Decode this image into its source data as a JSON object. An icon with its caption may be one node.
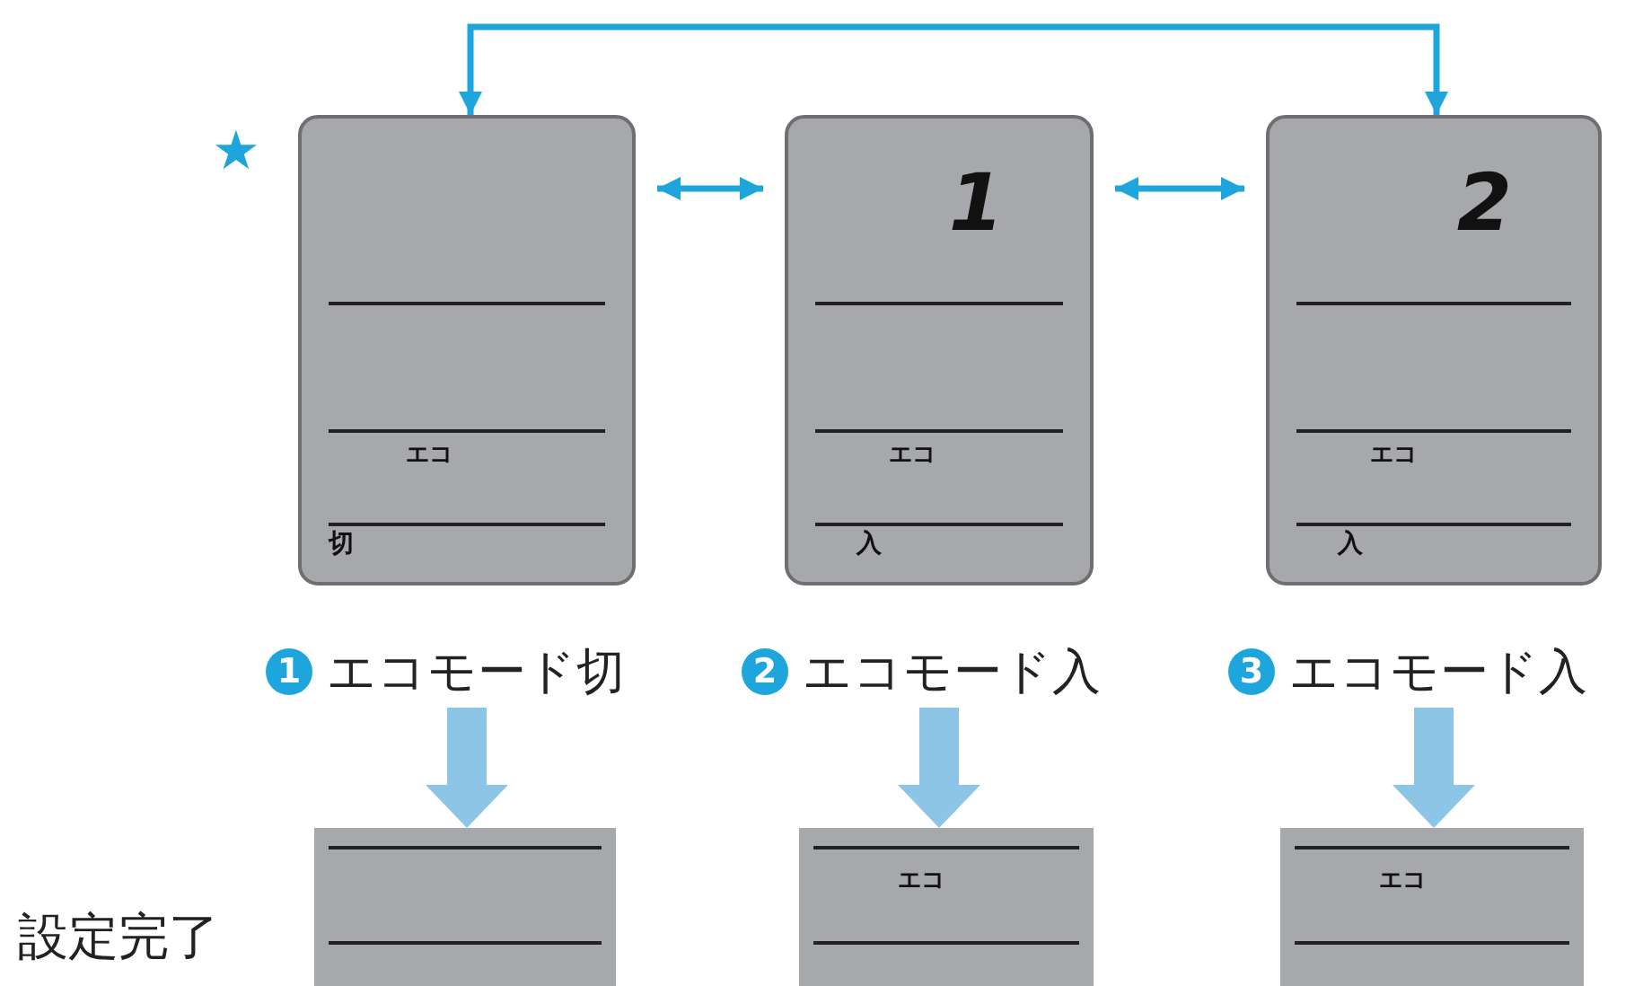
{
  "diagram": {
    "nodes": [
      {
        "text": [
          "エコ",
          "切"
        ],
        "beside": [
          "1",
          "エコモード切"
        ]
      },
      {
        "text": [
          "1",
          "エコ",
          "入"
        ],
        "beside": [
          "2",
          "エコモード入"
        ]
      },
      {
        "text": [
          "2",
          "エコ",
          "入"
        ],
        "beside": [
          "3",
          "エコモード入"
        ]
      },
      {
        "text": [],
        "shape": "box"
      },
      {
        "text": [
          "エコ"
        ]
      },
      {
        "text": [
          "エコ"
        ]
      }
    ],
    "edges": [
      {
        "from": 0,
        "to": 1,
        "arrow": "both"
      },
      {
        "from": 1,
        "to": 2,
        "arrow": "both"
      },
      {
        "from": 0,
        "to": 2,
        "arrow": "both"
      },
      {
        "from": 0,
        "to": 3,
        "arrow": "to",
        "style": "thick",
        "color": "#8dc5e6"
      },
      {
        "from": 1,
        "to": 4,
        "arrow": "to",
        "style": "thick",
        "color": "#8dc5e6"
      },
      {
        "from": 2,
        "to": 5,
        "arrow": "to",
        "style": "thick",
        "color": "#8dc5e6"
      }
    ],
    "labels": [
      "★",
      "設定完了"
    ]
  }
}
